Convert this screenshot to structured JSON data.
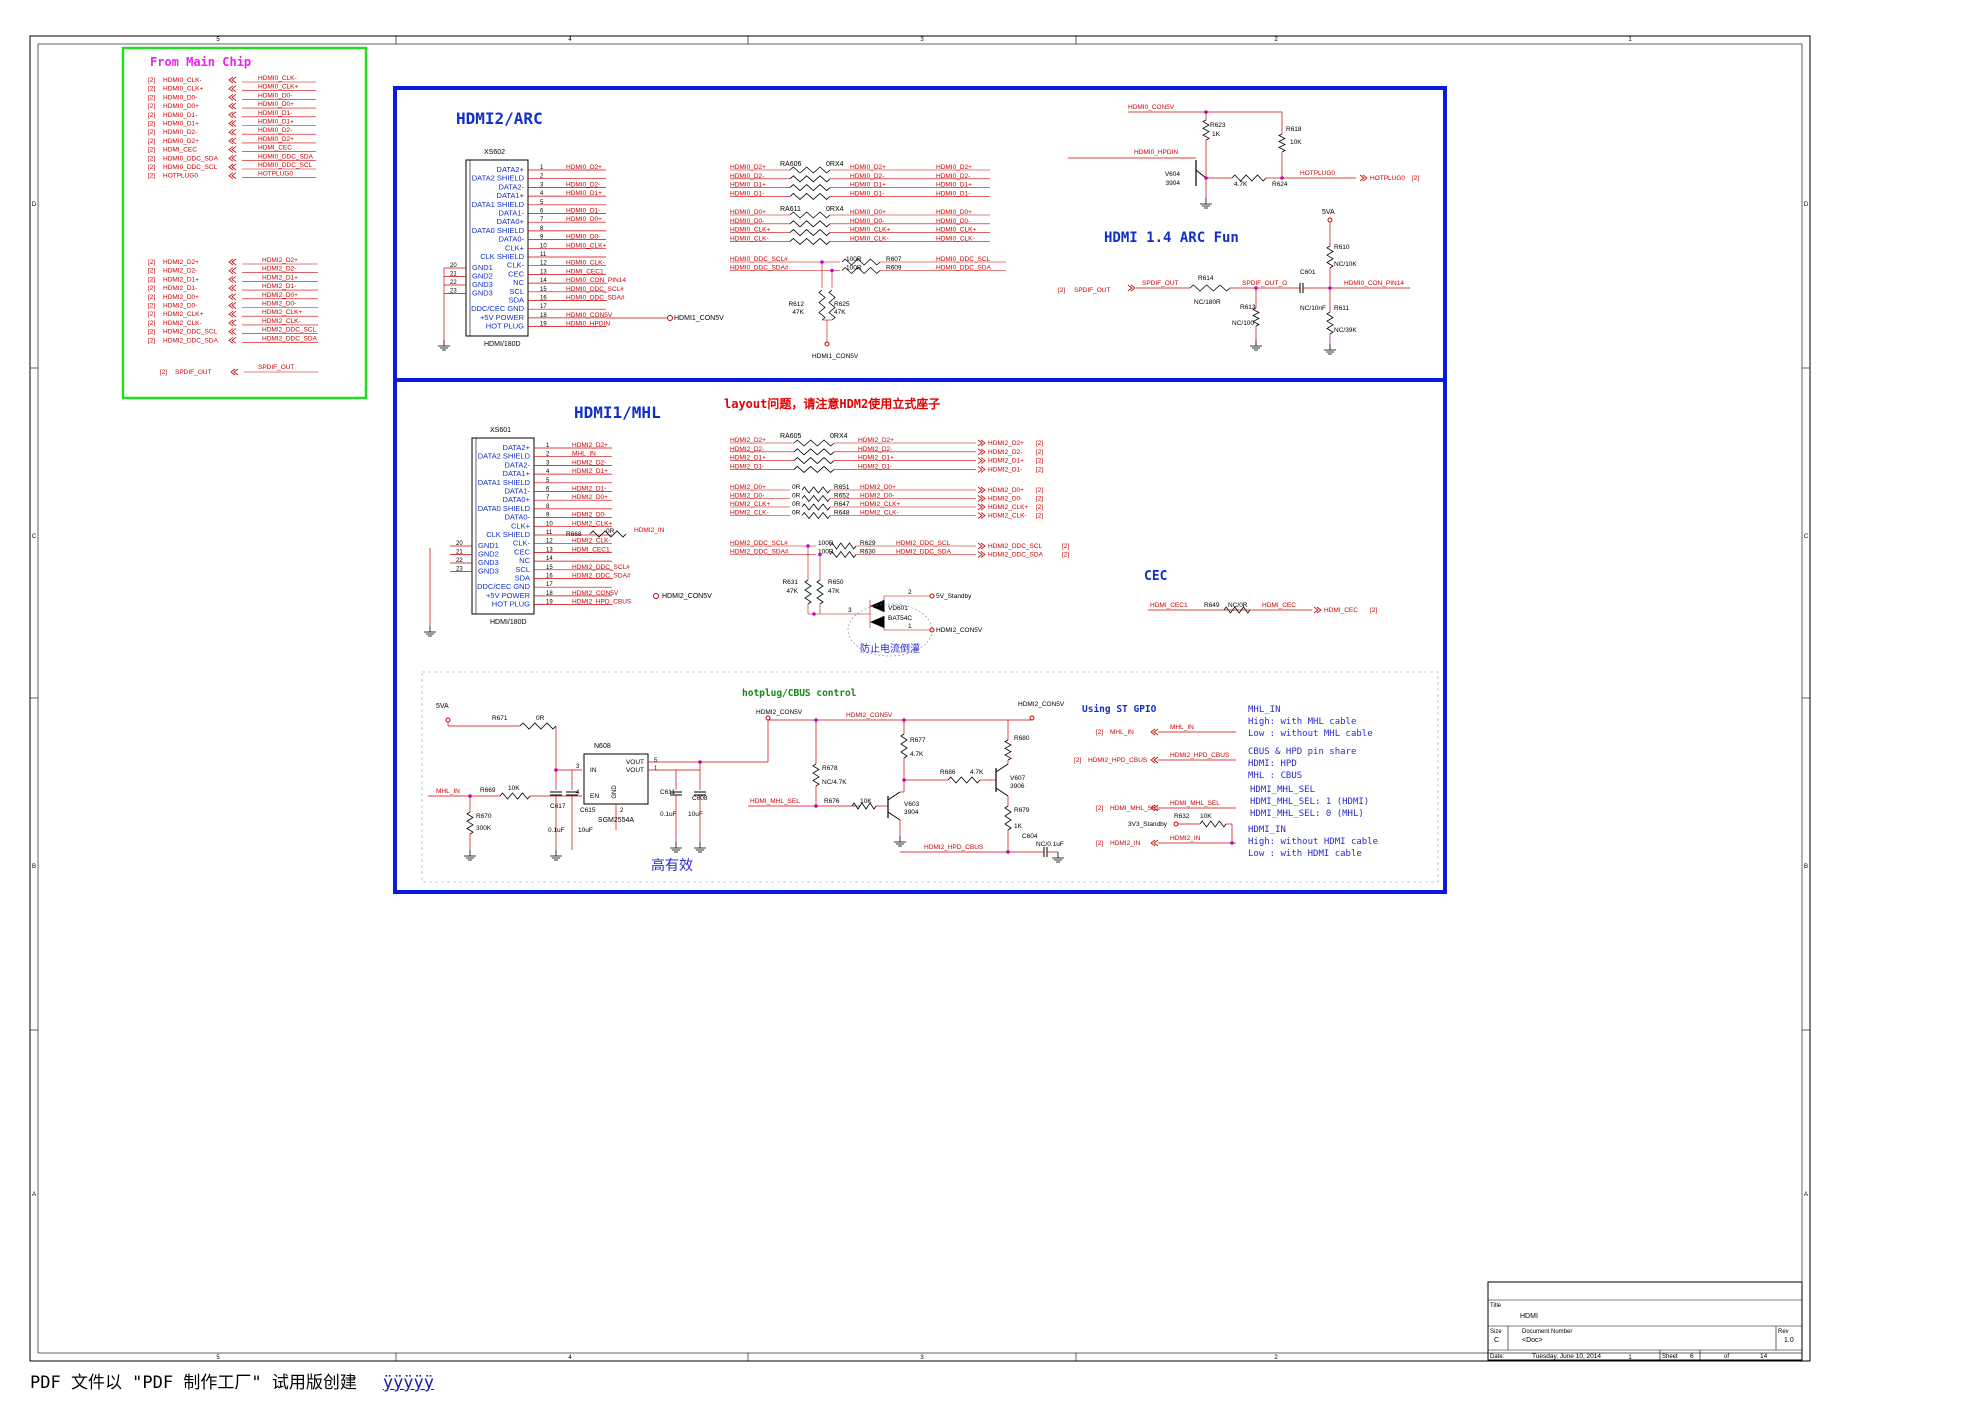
{
  "colors": {
    "wire": "#cc0000",
    "net": "#cc0000",
    "comp": "#000000",
    "title_blue": "#1030c8",
    "frame_blue": "#0a1adc",
    "main_chip_green": "#22dd22",
    "main_chip_title": "#ee22ee",
    "comment_red": "#e00000",
    "note_blue": "#2a2ad0",
    "junction": "#cc00cc",
    "green_title": "#138a13"
  },
  "frame": {
    "zone_cols": [
      "5",
      "4",
      "3",
      "2",
      "1"
    ],
    "zone_rows": [
      "D",
      "C",
      "B",
      "A"
    ]
  },
  "main_chip": {
    "title": "From Main Chip",
    "refs": [
      "[2]",
      "[2]",
      "[2]",
      "[2]",
      "[2]",
      "[2]",
      "[2]",
      "[2]",
      "[2]",
      "[2]",
      "[2]",
      "[2]"
    ],
    "nets_left": [
      "HDMI0_CLK-",
      "HDMI0_CLK+",
      "HDMI0_D0-",
      "HDMI0_D0+",
      "HDMI0_D1-",
      "HDMI0_D1+",
      "HDMI0_D2-",
      "HDMI0_D2+",
      "HDMI_CEC",
      "HDMI0_DDC_SDA",
      "HDMI0_DDC_SCL",
      "HOTPLUG0"
    ],
    "nets_right": [
      "HDMI0_CLK-",
      "HDMI0_CLK+",
      "HDMI0_D0-",
      "HDMI0_D0+",
      "HDMI0_D1-",
      "HDMI0_D1+",
      "HDMI0_D2-",
      "HDMI0_D2+",
      "HDMI_CEC",
      "HDMI0_DDC_SDA",
      "HDMI0_DDC_SCL",
      "HOTPLUG0"
    ],
    "refs2": [
      "[2]",
      "[2]",
      "[2]",
      "[2]",
      "[2]",
      "[2]",
      "[2]",
      "[2]",
      "[2]",
      "[2]"
    ],
    "nets2_left": [
      "HDMI2_D2+",
      "HDMI2_D2-",
      "HDMI2_D1+",
      "HDMI2_D1-",
      "HDMI2_D0+",
      "HDMI2_D0-",
      "HDMI2_CLK+",
      "HDMI2_CLK-",
      "HDMI2_DDC_SCL",
      "HDMI2_DDC_SDA"
    ],
    "nets2_right": [
      "HDMI2_D2+",
      "HDMI2_D2-",
      "HDMI2_D1+",
      "HDMI2_D1-",
      "HDMI2_D0+",
      "HDMI2_D0-",
      "HDMI2_CLK+",
      "HDMI2_CLK-",
      "HDMI2_DDC_SCL",
      "HDMI2_DDC_SDA"
    ],
    "spdif_ref": "[2]",
    "spdif_left": "SPDIF_OUT",
    "spdif_right": "SPDIF_OUT"
  },
  "hdmi2": {
    "title": "HDMI2/ARC",
    "connector_ref": "XS602",
    "connector_part": "HDMI/180D",
    "pin_names": [
      "DATA2+",
      "DATA2 SHIELD",
      "DATA2-",
      "DATA1+",
      "DATA1 SHIELD",
      "DATA1-",
      "DATA0+",
      "DATA0 SHIELD",
      "DATA0-",
      "CLK+",
      "CLK SHIELD",
      "CLK-",
      "CEC",
      "NC",
      "SCL",
      "SDA",
      "DDC/CEC GND",
      "+5V POWER",
      "HOT PLUG"
    ],
    "pin_nums": [
      "1",
      "2",
      "3",
      "4",
      "5",
      "6",
      "7",
      "8",
      "9",
      "10",
      "11",
      "12",
      "13",
      "14",
      "15",
      "16",
      "17",
      "18",
      "19"
    ],
    "pin_nets": [
      "HDMI0_D2+",
      "",
      "HDMI0_D2-",
      "HDMI0_D1+",
      "",
      "HDMI0_D1-",
      "HDMI0_D0+",
      "",
      "HDMI0_D0-",
      "HDMI0_CLK+",
      "",
      "HDMI0_CLK-",
      "HDMI_CEC1",
      "HDMI0_CON_PIN14",
      "HDMI0_DDC_SCL#",
      "HDMI0_DDC_SDA#",
      "",
      "HDMI0_CON5V",
      "HDMI0_HPDIN"
    ],
    "gnd_names": [
      "GND1",
      "GND2",
      "GND3",
      "GND3"
    ],
    "gnd_nums": [
      "20",
      "21",
      "22",
      "23"
    ],
    "con5v_label": "HDMI1_CON5V",
    "ra_top_ref": "RA606",
    "ra_top_val": "0RX4",
    "ra_top_in": [
      "HDMI0_D2+",
      "HDMI0_D2-",
      "HDMI0_D1+",
      "HDMI0_D1-"
    ],
    "ra_top_out": [
      "HDMI0_D2+",
      "HDMI0_D2-",
      "HDMI0_D1+",
      "HDMI0_D1-"
    ],
    "ra_top_out2": [
      "HDMI0_D2+",
      "HDMI0_D2-",
      "HDMI0_D1+",
      "HDMI0_D1-"
    ],
    "ra_bot_ref": "RA611",
    "ra_bot_val": "0RX4",
    "ra_bot_in": [
      "HDMI0_D0+",
      "HDMI0_D0-",
      "HDMI0_CLK+",
      "HDMI0_CLK-"
    ],
    "ra_bot_out": [
      "HDMI0_D0+",
      "HDMI0_D0-",
      "HDMI0_CLK+",
      "HDMI0_CLK-"
    ],
    "ra_bot_out2": [
      "HDMI0_D0+",
      "HDMI0_D0-",
      "HDMI0_CLK+",
      "HDMI0_CLK-"
    ],
    "ddc_in": [
      "HDMI0_DDC_SCL#",
      "HDMI0_DDC_SDA#"
    ],
    "ddc_val": [
      "100R",
      "100R"
    ],
    "ddc_ref": [
      "R607",
      "R609"
    ],
    "ddc_out": [
      "HDMI0_DDC_SCL",
      "HDMI0_DDC_SDA"
    ],
    "pull_refs": [
      "R612",
      "R625"
    ],
    "pull_vals": [
      "47K",
      "47K"
    ],
    "pull_net": "HDMI1_CON5V",
    "hpd": {
      "con5v": "HDMI0_CON5V",
      "hpdin": "HDMI0_HPDIN",
      "r623_ref": "R623",
      "r623_val": "1K",
      "r618_ref": "R618",
      "r618_val": "10K",
      "v604_ref": "V604",
      "v604_val": "3904",
      "r624_val": "4.7K",
      "r624_ref": "R624",
      "hotplug_net": "HOTPLUG0",
      "hotplug_port": "HOTPLUG0",
      "hotplug_ref": "[2]"
    }
  },
  "arc": {
    "title": "HDMI 1.4 ARC Fun",
    "power": "5VA",
    "r610_ref": "R610",
    "r610_val": "NC/10K",
    "spdif_ref": "[2]",
    "spdif_port": "SPDIF_OUT",
    "spdif_net": "SPDIF_OUT",
    "r614_ref": "R614",
    "r614_val": "NC/180R",
    "spdif_out_o": "SPDIF_OUT_O",
    "c601_ref": "C601",
    "c601_val": "NC/10nF",
    "pin14_net": "HDMI0_CON_PIN14",
    "r613_ref": "R613",
    "r613_val": "NC/100",
    "r611_ref": "R611",
    "r611_val": "NC/39K"
  },
  "hdmi1": {
    "title": "HDMI1/MHL",
    "comment": "layout问题，请注意HDM2使用立式座子",
    "connector_ref": "XS601",
    "connector_part": "HDMI/180D",
    "pin_names": [
      "DATA2+",
      "DATA2 SHIELD",
      "DATA2-",
      "DATA1+",
      "DATA1 SHIELD",
      "DATA1-",
      "DATA0+",
      "DATA0 SHIELD",
      "DATA0-",
      "CLK+",
      "CLK SHIELD",
      "CLK-",
      "CEC",
      "NC",
      "SCL",
      "SDA",
      "DDC/CEC GND",
      "+5V POWER",
      "HOT PLUG"
    ],
    "pin_nums": [
      "1",
      "2",
      "3",
      "4",
      "5",
      "6",
      "7",
      "8",
      "9",
      "10",
      "11",
      "12",
      "13",
      "14",
      "15",
      "16",
      "17",
      "18",
      "19"
    ],
    "pin_nets": [
      "HDMI2_D2+",
      "MHL_IN",
      "HDMI2_D2-",
      "HDMI2_D1+",
      "",
      "HDMI2_D1-",
      "HDMI2_D0+",
      "",
      "HDMI2_D0-",
      "HDMI2_CLK+",
      "",
      "HDMI2_CLK-",
      "HDMI_CEC1",
      "",
      "HDMI2_DDC_SCL#",
      "HDMI2_DDC_SDA#",
      "",
      "HDMI2_CON5V",
      "HDMI2_HPD_CBUS"
    ],
    "gnd_names": [
      "GND1",
      "GND2",
      "GND3",
      "GND3"
    ],
    "gnd_nums": [
      "20",
      "21",
      "22",
      "23"
    ],
    "r668_ref": "R668",
    "r668_val": "0R",
    "r668_net": "HDMI2_IN",
    "con5v_label": "HDMI2_CON5V",
    "ra_top_ref": "RA605",
    "ra_top_val": "0RX4",
    "ra_top_in": [
      "HDMI2_D2+",
      "HDMI2_D2-",
      "HDMI2_D1+",
      "HDMI2_D1-"
    ],
    "ra_top_out": [
      "HDMI2_D2+",
      "HDMI2_D2-",
      "HDMI2_D1+",
      "HDMI2_D1-"
    ],
    "ra_top_port": [
      "HDMI2_D2+",
      "HDMI2_D2-",
      "HDMI2_D1+",
      "HDMI2_D1-"
    ],
    "ports_ref": [
      "[2]",
      "[2]",
      "[2]",
      "[2]"
    ],
    "r_in": [
      "HDMI2_D0+",
      "HDMI2_D0-",
      "HDMI2_CLK+",
      "HDMI2_CLK-"
    ],
    "r_val": [
      "0R",
      "0R",
      "0R",
      "0R"
    ],
    "r_ref": [
      "R651",
      "R652",
      "R647",
      "R648"
    ],
    "r_out": [
      "HDMI2_D0+",
      "HDMI2_D0-",
      "HDMI2_CLK+",
      "HDMI2_CLK-"
    ],
    "r_port": [
      "HDMI2_D0+",
      "HDMI2_D0-",
      "HDMI2_CLK+",
      "HDMI2_CLK-"
    ],
    "ddc_in": [
      "HDMI2_DDC_SCL#",
      "HDMI2_DDC_SDA#"
    ],
    "ddc_val": [
      "100R",
      "100R"
    ],
    "ddc_ref": [
      "R629",
      "R630"
    ],
    "ddc_out": [
      "HDMI2_DDC_SCL",
      "HDMI2_DDC_SDA"
    ],
    "ddc_port": [
      "HDMI2_DDC_SCL",
      "HDMI2_DDC_SDA"
    ],
    "pull_refs": [
      "R631",
      "R650"
    ],
    "pull_vals": [
      "47K",
      "47K"
    ],
    "diode_ref": "VD601",
    "diode_part": "BAT54C",
    "diode_pins": [
      "2",
      "3",
      "1"
    ],
    "diode_net_top": "5V_Standby",
    "diode_net_bot": "HDMI2_CON5V",
    "diode_note": "防止电流倒灌"
  },
  "cec": {
    "title": "CEC",
    "net_left": "HDMI_CEC1",
    "r_ref": "R649",
    "r_val": "NC/0R",
    "net_right": "HDMI_CEC",
    "port": "HDMI_CEC",
    "port_ref": "[2]"
  },
  "hotplug": {
    "title": "hotplug/CBUS control",
    "power": "5VA",
    "r671_ref": "R671",
    "r671_val": "0R",
    "mhl_in": "MHL_IN",
    "r669_ref": "R669",
    "r669_val": "10K",
    "r670_ref": "R670",
    "r670_val": "300K",
    "n608_ref": "N608",
    "n608_part": "SGM2554A",
    "n608_pins": [
      "IN",
      "EN",
      "VOUT",
      "VOUT",
      "GND"
    ],
    "n608_nums": [
      "3",
      "4",
      "5",
      "1",
      "2"
    ],
    "c617_ref": "C617",
    "c617_val": "0.1uF",
    "c615_ref": "C615",
    "c615_val": "10uF",
    "c611_ref": "C611",
    "c611_val": "0.1uF",
    "c608_ref": "C608",
    "c608_val": "10uF",
    "active_note": "高有效",
    "con5v_a": "HDMI2_CON5V",
    "con5v_b": "HDMI2_CON5V",
    "con5v_c": "HDMI2_CON5V",
    "r678_ref": "R678",
    "r678_val": "NC/4.7K",
    "mhl_sel": "HDMI_MHL_SEL",
    "r676_ref": "R676",
    "r676_val": "10K",
    "v603_ref": "V603",
    "v603_val": "3904",
    "r677_ref": "R677",
    "r677_val": "4.7K",
    "r686_ref": "R686",
    "r686_val": "4.7K",
    "v607_ref": "V607",
    "v607_val": "3906",
    "r680_ref": "R680",
    "r679_ref": "R679",
    "r679_val": "1K",
    "c604_ref": "C604",
    "c604_val": "NC/0.1uF",
    "hpd_cbus": "HDMI2_HPD_CBUS"
  },
  "gpio": {
    "title": "Using ST GPIO",
    "port_refs": [
      "[2]",
      "[2]",
      "[2]",
      "[2]"
    ],
    "ports": [
      "MHL_IN",
      "HDMI2_HPD_CBUS",
      "HDMI_MHL_SEL",
      "HDMI2_IN"
    ],
    "nets": [
      "MHL_IN",
      "HDMI2_HPD_CBUS",
      "HDMI_MHL_SEL",
      "HDMI2_IN"
    ],
    "standby": "3V3_Standby",
    "r632_ref": "R632",
    "r632_val": "10K",
    "notes": [
      "MHL_IN",
      "High: with MHL cable",
      "Low : without MHL cable",
      "CBUS & HPD pin share",
      "HDMI: HPD",
      "MHL : CBUS",
      "HDMI_MHL_SEL",
      "HDMI_MHL_SEL: 1 (HDMI)",
      "HDMI_MHL_SEL: 0 (MHL)",
      "HDMI_IN",
      "High: without HDMI cable",
      "Low : with HDMI cable"
    ]
  },
  "title_block": {
    "title_label": "Title",
    "title_value": "HDMI",
    "size_label": "Size",
    "size_value": "C",
    "docnum_label": "Document Number",
    "docnum_value": "<Doc>",
    "rev_label": "Rev",
    "rev_value": "1.0",
    "date_label": "Date:",
    "date_value": "Tuesday, June 10, 2014",
    "sheet_label": "Sheet",
    "sheet_value": "6",
    "of_label": "of",
    "of_value": "14"
  },
  "footer": {
    "text": "PDF 文件以 \"PDF 制作工厂\" 试用版创建",
    "link": "ÿÿÿÿÿ"
  }
}
